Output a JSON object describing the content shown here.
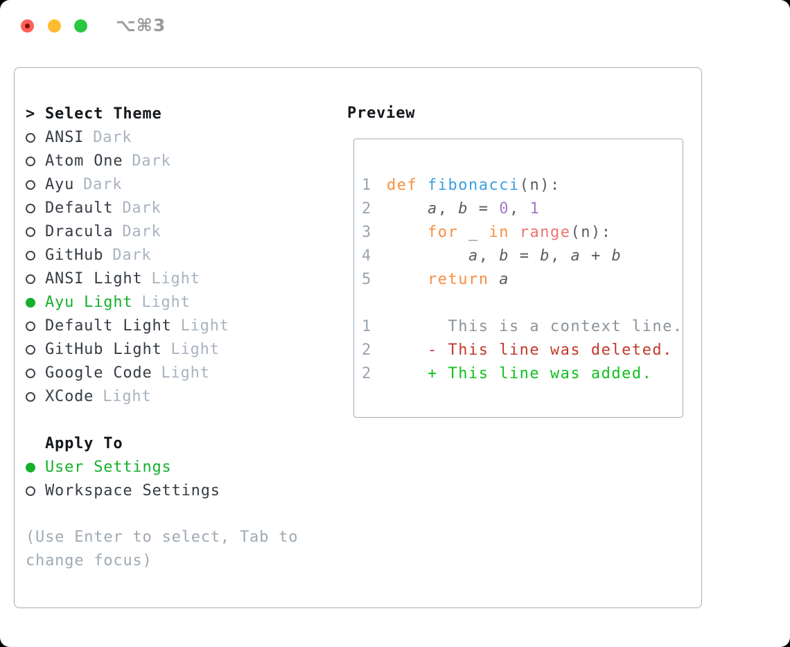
{
  "window": {
    "title": "⌥⌘3",
    "traffic_lights": [
      "close",
      "minimize",
      "zoom"
    ]
  },
  "theme_list": {
    "header_prefix": ">",
    "header": "Select Theme",
    "items": [
      {
        "name": "ANSI",
        "variant": "Dark",
        "selected": false
      },
      {
        "name": "Atom One",
        "variant": "Dark",
        "selected": false
      },
      {
        "name": "Ayu",
        "variant": "Dark",
        "selected": false
      },
      {
        "name": "Default",
        "variant": "Dark",
        "selected": false
      },
      {
        "name": "Dracula",
        "variant": "Dark",
        "selected": false
      },
      {
        "name": "GitHub",
        "variant": "Dark",
        "selected": false
      },
      {
        "name": "ANSI Light",
        "variant": "Light",
        "selected": false
      },
      {
        "name": "Ayu Light",
        "variant": "Light",
        "selected": true
      },
      {
        "name": "Default Light",
        "variant": "Light",
        "selected": false
      },
      {
        "name": "GitHub Light",
        "variant": "Light",
        "selected": false
      },
      {
        "name": "Google Code",
        "variant": "Light",
        "selected": false
      },
      {
        "name": "XCode",
        "variant": "Light",
        "selected": false
      }
    ]
  },
  "apply_to": {
    "header": "Apply To",
    "items": [
      {
        "name": "User Settings",
        "selected": true
      },
      {
        "name": "Workspace Settings",
        "selected": false
      }
    ]
  },
  "hint_lines": [
    "(Use Enter to select, Tab to",
    "change focus)"
  ],
  "preview": {
    "header": "Preview",
    "code_lines": [
      {
        "num": "1",
        "tokens": [
          {
            "text": "def ",
            "style": "keyword"
          },
          {
            "text": "fibonacci",
            "style": "function"
          },
          {
            "text": "(n):",
            "style": "plain"
          }
        ]
      },
      {
        "num": "2",
        "tokens": [
          {
            "text": "    ",
            "style": "plain"
          },
          {
            "text": "a",
            "style": "variable"
          },
          {
            "text": ", ",
            "style": "plain"
          },
          {
            "text": "b",
            "style": "variable"
          },
          {
            "text": " = ",
            "style": "plain"
          },
          {
            "text": "0",
            "style": "number"
          },
          {
            "text": ", ",
            "style": "plain"
          },
          {
            "text": "1",
            "style": "number"
          }
        ]
      },
      {
        "num": "3",
        "tokens": [
          {
            "text": "    ",
            "style": "plain"
          },
          {
            "text": "for",
            "style": "keyword"
          },
          {
            "text": " _ ",
            "style": "plain"
          },
          {
            "text": "in",
            "style": "keyword"
          },
          {
            "text": " ",
            "style": "plain"
          },
          {
            "text": "range",
            "style": "call"
          },
          {
            "text": "(n):",
            "style": "plain"
          }
        ]
      },
      {
        "num": "4",
        "tokens": [
          {
            "text": "        ",
            "style": "plain"
          },
          {
            "text": "a",
            "style": "variable"
          },
          {
            "text": ", ",
            "style": "plain"
          },
          {
            "text": "b",
            "style": "variable"
          },
          {
            "text": " = ",
            "style": "plain"
          },
          {
            "text": "b",
            "style": "variable"
          },
          {
            "text": ", ",
            "style": "plain"
          },
          {
            "text": "a",
            "style": "variable"
          },
          {
            "text": " + ",
            "style": "plain"
          },
          {
            "text": "b",
            "style": "variable"
          }
        ]
      },
      {
        "num": "5",
        "tokens": [
          {
            "text": "    ",
            "style": "plain"
          },
          {
            "text": "return",
            "style": "keyword"
          },
          {
            "text": " ",
            "style": "plain"
          },
          {
            "text": "a",
            "style": "variable"
          }
        ]
      }
    ],
    "diff_lines": [
      {
        "num": "1",
        "kind": "context",
        "text": "      This is a context line."
      },
      {
        "num": "2",
        "kind": "deleted",
        "text": "    - This line was deleted."
      },
      {
        "num": "2",
        "kind": "added",
        "text": "    + This line was added."
      }
    ]
  },
  "colors": {
    "selection_green": "#15b02b",
    "added_green": "#0fc01e",
    "deleted_red": "#c0392b",
    "keyword_orange": "#fa8d3e",
    "function_blue": "#399ee6",
    "call_coral": "#f07171",
    "number_purple": "#a37acc",
    "code_text": "#565d64",
    "line_number": "#99a4b0",
    "context_gray": "#8b939b",
    "item_text": "#363c43",
    "muted_label": "#a9b3bf",
    "hint_text": "#9fa9b3",
    "panel_border": "#a6aeb8",
    "header_text": "#14171b",
    "traffic_red": "#ff5f57",
    "traffic_yellow": "#febc2e",
    "traffic_green": "#28c841",
    "traffic_red_dot": "#7e100b",
    "title_gray": "#97999d"
  }
}
